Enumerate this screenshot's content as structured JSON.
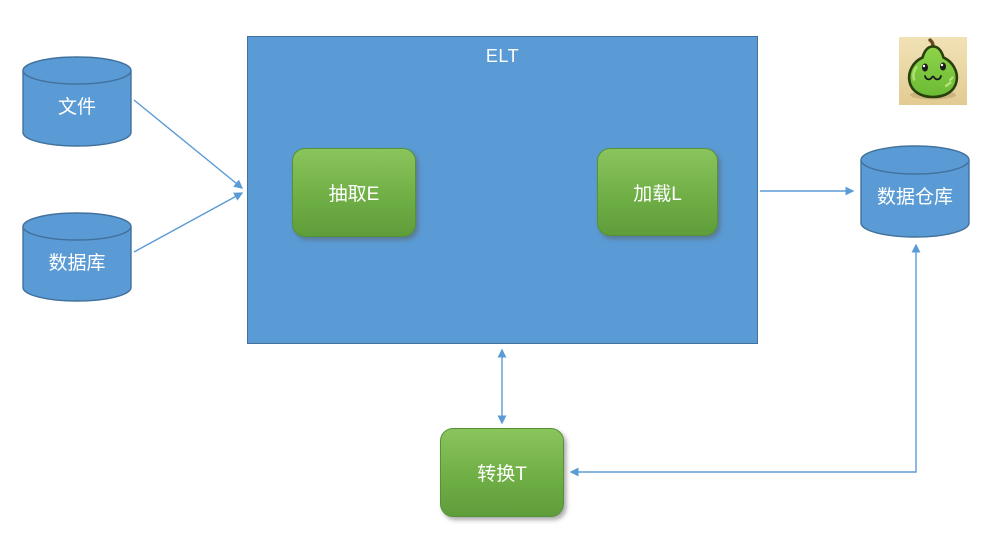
{
  "diagram": {
    "container": {
      "label": "ELT"
    },
    "nodes": {
      "file": {
        "label": "文件",
        "shape": "cylinder"
      },
      "database": {
        "label": "数据库",
        "shape": "cylinder"
      },
      "extract": {
        "label": "抽取E",
        "shape": "rounded-rect"
      },
      "load": {
        "label": "加载L",
        "shape": "rounded-rect"
      },
      "transform": {
        "label": "转换T",
        "shape": "rounded-rect"
      },
      "warehouse": {
        "label": "数据仓库",
        "shape": "cylinder"
      }
    },
    "edges": [
      {
        "from": "file",
        "to": "elt-container",
        "bidirectional": false
      },
      {
        "from": "database",
        "to": "elt-container",
        "bidirectional": false
      },
      {
        "from": "load",
        "to": "warehouse",
        "bidirectional": false
      },
      {
        "from": "elt-container",
        "to": "transform",
        "bidirectional": true
      },
      {
        "from": "warehouse",
        "to": "transform",
        "bidirectional": true
      }
    ],
    "colors": {
      "blue_fill": "#5b9bd5",
      "blue_border": "#41719c",
      "green_gradient_top": "#8ac45c",
      "green_gradient_bottom": "#5f9d3a",
      "arrow": "#5b9bd5",
      "text": "#ffffff",
      "logo_background": "#ead7a4",
      "logo_body": "#7cc63f"
    },
    "logo": {
      "name": "pear-mascot"
    }
  }
}
